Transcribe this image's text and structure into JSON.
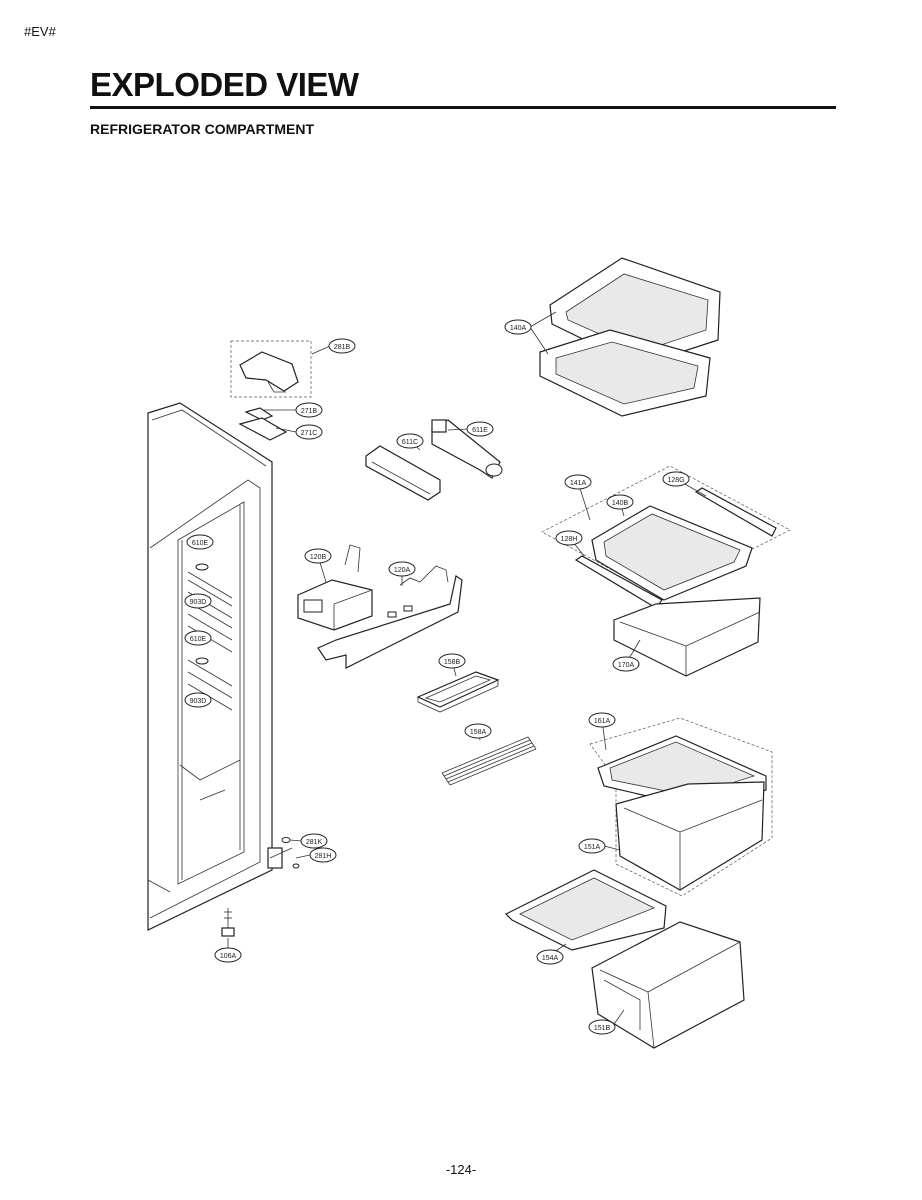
{
  "header": {
    "tag": "#EV#",
    "title": "EXPLODED VIEW",
    "subtitle": "REFRIGERATOR COMPARTMENT"
  },
  "footer": {
    "page_number": "-124-"
  },
  "parts": [
    {
      "id": "140A",
      "label": "140A"
    },
    {
      "id": "281B",
      "label": "281B"
    },
    {
      "id": "271B",
      "label": "271B"
    },
    {
      "id": "271C",
      "label": "271C"
    },
    {
      "id": "611C",
      "label": "611C"
    },
    {
      "id": "611E",
      "label": "611E"
    },
    {
      "id": "141A",
      "label": "141A"
    },
    {
      "id": "128G",
      "label": "128G"
    },
    {
      "id": "140B",
      "label": "140B"
    },
    {
      "id": "128H",
      "label": "128H"
    },
    {
      "id": "170A",
      "label": "170A"
    },
    {
      "id": "610E-1",
      "label": "610E"
    },
    {
      "id": "903D-1",
      "label": "903D"
    },
    {
      "id": "610E-2",
      "label": "610E"
    },
    {
      "id": "903D-2",
      "label": "903D"
    },
    {
      "id": "120B",
      "label": "120B"
    },
    {
      "id": "120A",
      "label": "120A"
    },
    {
      "id": "158B",
      "label": "158B"
    },
    {
      "id": "158A",
      "label": "158A"
    },
    {
      "id": "161A",
      "label": "161A"
    },
    {
      "id": "151A",
      "label": "151A"
    },
    {
      "id": "281K",
      "label": "281K"
    },
    {
      "id": "281H",
      "label": "281H"
    },
    {
      "id": "106A",
      "label": "106A"
    },
    {
      "id": "154A",
      "label": "154A"
    },
    {
      "id": "151B",
      "label": "151B"
    }
  ]
}
